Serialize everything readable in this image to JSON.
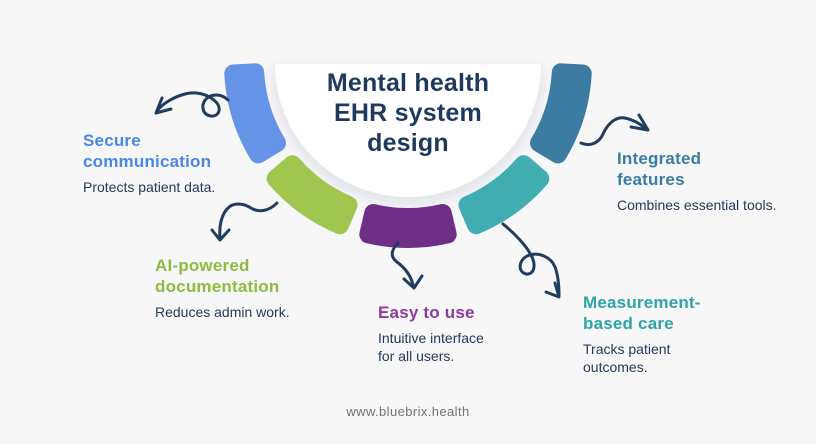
{
  "title": {
    "lines": [
      "Mental health",
      "EHR system",
      "design"
    ]
  },
  "sections": [
    {
      "id": "secure-communication",
      "heading": "Secure communication",
      "body": "Protects patient data.",
      "heading_color": "#4a86e4",
      "arc_color": "#6493e7"
    },
    {
      "id": "ai-powered-documentation",
      "heading": "AI-powered documentation",
      "body": "Reduces admin work.",
      "heading_color": "#8dbc3f",
      "arc_color": "#a0c64f"
    },
    {
      "id": "easy-to-use",
      "heading": "Easy to use",
      "body": "Intuitive interface for all users.",
      "heading_color": "#8c3b9d",
      "arc_color": "#6e2e88"
    },
    {
      "id": "measurement-based-care",
      "heading": "Measurement-based care",
      "body": "Tracks patient outcomes.",
      "heading_color": "#2ca6a3",
      "arc_color": "#3fadb2"
    },
    {
      "id": "integrated-features",
      "heading": "Integrated features",
      "body": "Combines essential tools.",
      "heading_color": "#3a7da4",
      "arc_color": "#3d7ca2"
    }
  ],
  "footer": {
    "url": "www.bluebrix.health"
  },
  "colors": {
    "background": "#f7f7f8",
    "navy": "#1d3a5e",
    "arrow": "#1e3d5f",
    "disc": "#ffffff"
  }
}
